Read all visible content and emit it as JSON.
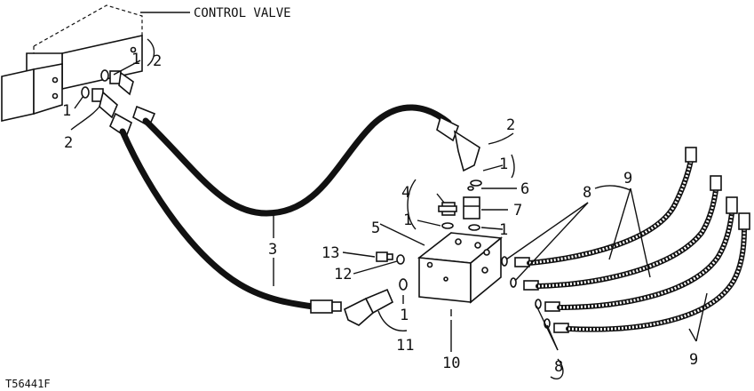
{
  "diagram": {
    "title_callout": "CONTROL VALVE",
    "figure_id": "T56441F",
    "labels": {
      "l1a": "1",
      "l2a": "2",
      "l1b": "1",
      "l2b": "2",
      "l2c": "2",
      "l1c": "1",
      "l4": "4",
      "l6": "6",
      "l1d": "1",
      "l7": "7",
      "l5": "5",
      "l1e": "1",
      "l3": "3",
      "l13": "13",
      "l12": "12",
      "l1f": "1",
      "l11": "11",
      "l10": "10",
      "l8a": "8",
      "l9a": "9",
      "l8b": "8",
      "l9b": "9"
    }
  }
}
